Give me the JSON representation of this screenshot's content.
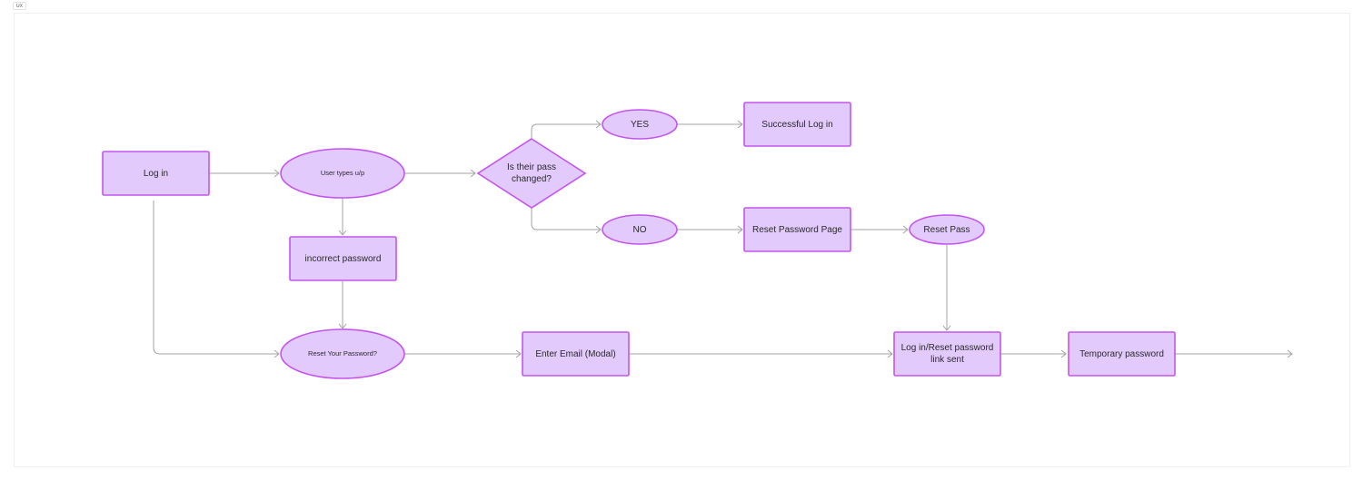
{
  "frame": {
    "label": "UX"
  },
  "nodes": {
    "log_in": "Log in",
    "user_types": "User types u/p",
    "decision": "Is their pass changed?",
    "yes": "YES",
    "no": "NO",
    "successful_log_in": "Successful Log in",
    "reset_password_page": "Reset Password Page",
    "reset_pass": "Reset Pass",
    "incorrect_password": "incorrect password",
    "reset_your_password": "Reset Your Password?",
    "enter_email": "Enter Email (Modal)",
    "link_sent": "Log in/Reset password link sent",
    "temporary_password": "Temporary password"
  },
  "colors": {
    "node_fill": "#e3cafc",
    "node_stroke": "#c354f0",
    "connector": "#a3a3a3"
  }
}
